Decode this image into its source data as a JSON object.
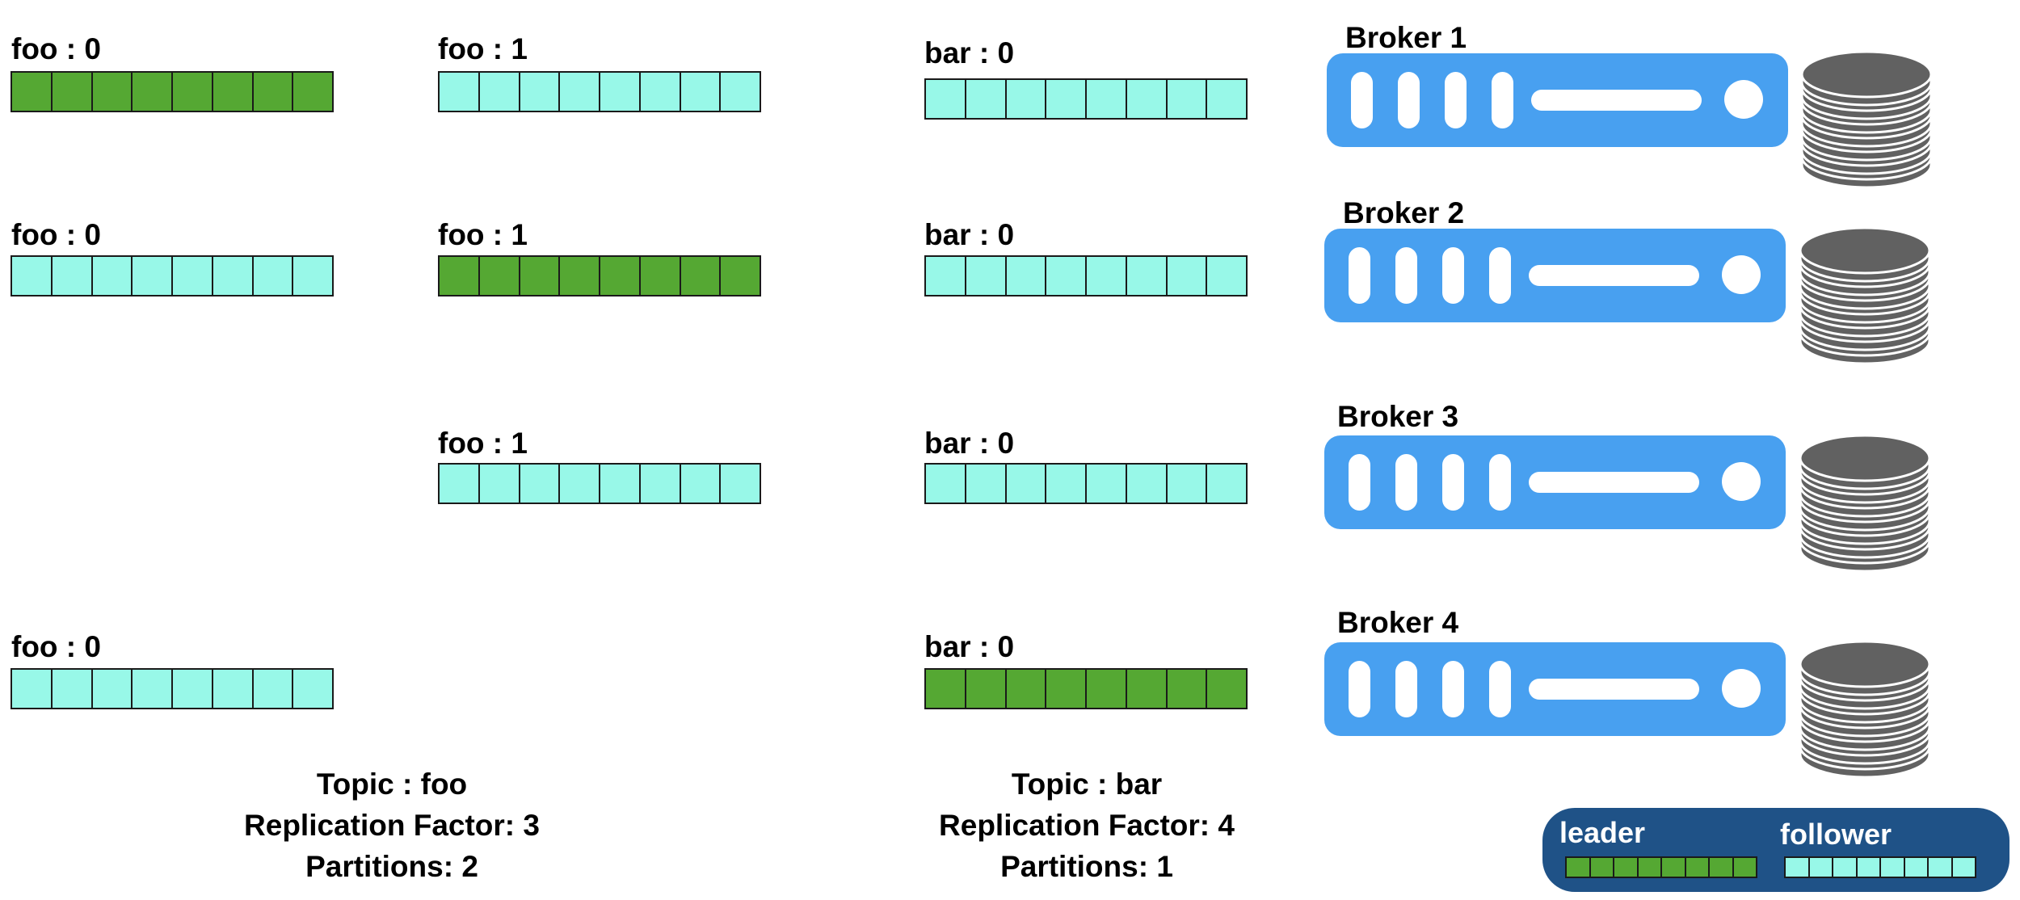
{
  "partitions": {
    "foo0_b1": {
      "label": "foo : 0",
      "role": "leader"
    },
    "foo1_b1": {
      "label": "foo : 1",
      "role": "follower"
    },
    "bar0_b1": {
      "label": "bar : 0",
      "role": "follower"
    },
    "foo0_b2": {
      "label": "foo : 0",
      "role": "follower"
    },
    "foo1_b2": {
      "label": "foo : 1",
      "role": "leader"
    },
    "bar0_b2": {
      "label": "bar : 0",
      "role": "follower"
    },
    "foo1_b3": {
      "label": "foo : 1",
      "role": "follower"
    },
    "bar0_b3": {
      "label": "bar : 0",
      "role": "follower"
    },
    "foo0_b4": {
      "label": "foo : 0",
      "role": "follower"
    },
    "bar0_b4": {
      "label": "bar : 0",
      "role": "leader"
    }
  },
  "brokers": [
    {
      "title": "Broker 1"
    },
    {
      "title": "Broker 2"
    },
    {
      "title": "Broker 3"
    },
    {
      "title": "Broker 4"
    }
  ],
  "topics": {
    "foo": {
      "topic": "Topic : foo",
      "replication": "Replication Factor: 3",
      "partitions": "Partitions: 2"
    },
    "bar": {
      "topic": "Topic : bar",
      "replication": "Replication Factor: 4",
      "partitions": "Partitions: 1"
    }
  },
  "legend": {
    "leader": "leader",
    "follower": "follower"
  },
  "colors": {
    "leader": "#55a833",
    "follower": "#98f8e8",
    "server": "#48a0f0",
    "disk": "#616161",
    "legend_bg": "#1f5287"
  },
  "segments_per_partition": 8
}
